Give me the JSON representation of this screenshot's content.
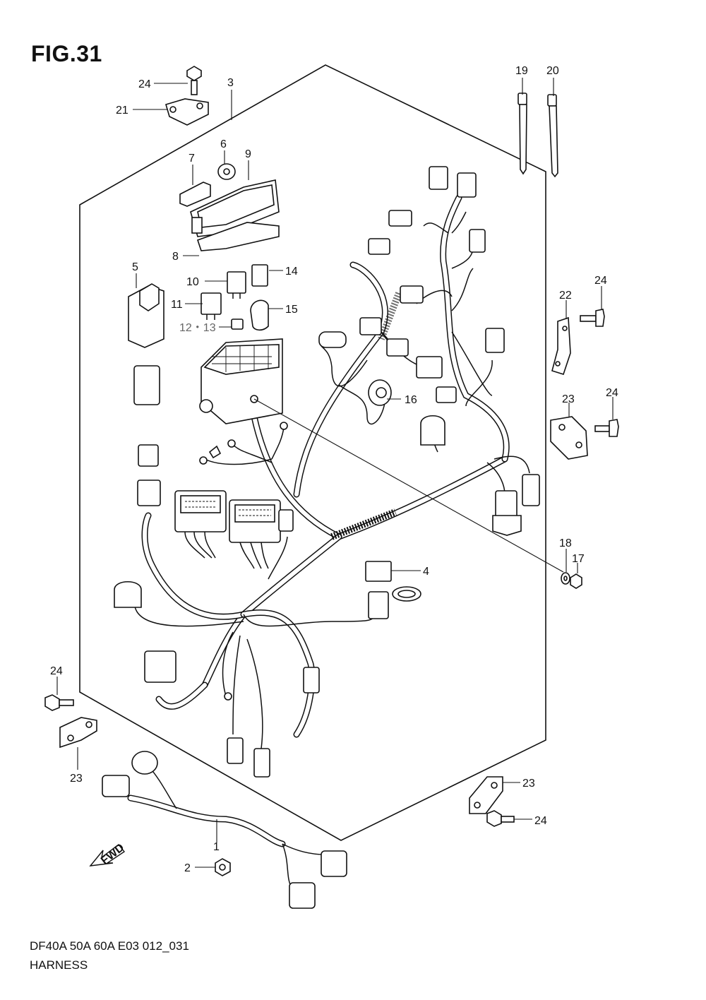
{
  "figure": {
    "title": "FIG.31",
    "code": "DF40A 50A 60A E03 012_031",
    "name": "HARNESS"
  },
  "callouts": {
    "c1": "1",
    "c2": "2",
    "c3": "3",
    "c4": "4",
    "c5": "5",
    "c6": "6",
    "c7": "7",
    "c8": "8",
    "c9": "9",
    "c10": "10",
    "c11": "11",
    "c12_13": "12・13",
    "c14": "14",
    "c15": "15",
    "c16": "16",
    "c17": "17",
    "c18": "18",
    "c19": "19",
    "c20": "20",
    "c21": "21",
    "c22": "22",
    "c23": "23",
    "c24": "24"
  },
  "fwd_label": "FWD"
}
